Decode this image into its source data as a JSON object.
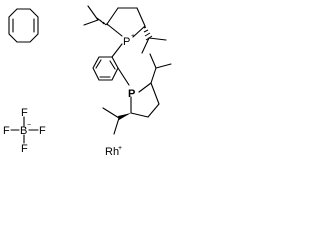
{
  "molecule": {
    "labels": {
      "p_upper": "P",
      "p_upper_charge": "+",
      "p_lower": "P",
      "boron": "B",
      "boron_charge": "−",
      "fluorine_top": "F",
      "fluorine_left": "F",
      "fluorine_right": "F",
      "fluorine_bottom": "F",
      "rhodium": "Rh",
      "rhodium_charge": "+"
    },
    "colors": {
      "ink": "#000000",
      "background": "#ffffff"
    }
  }
}
